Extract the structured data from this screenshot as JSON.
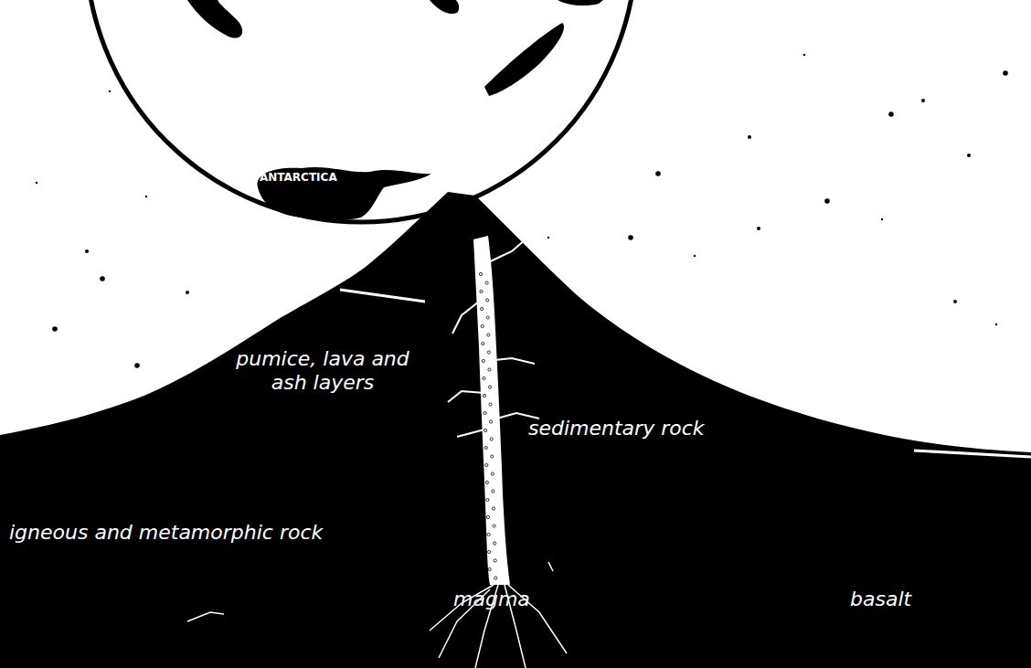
{
  "diagram": {
    "labels": [
      "ANTARCTICA",
      "pumice, lava and ash layers",
      "sedimentary rock",
      "igneous and metamorphic rock",
      "magma",
      "basalt"
    ]
  }
}
